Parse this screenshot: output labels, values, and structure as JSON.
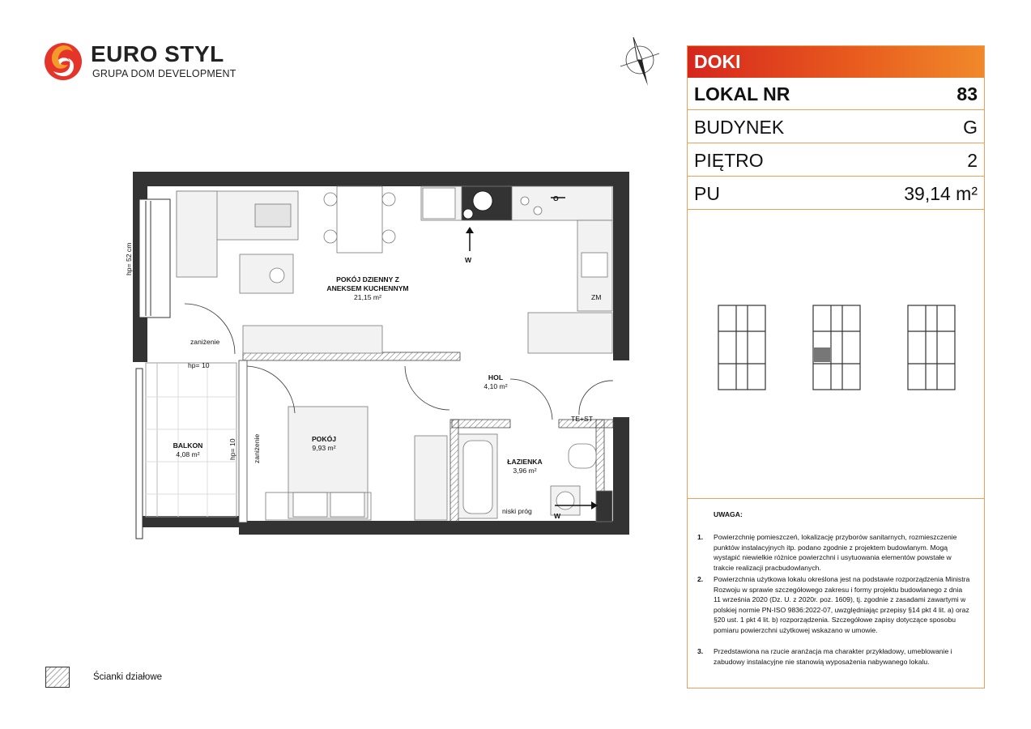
{
  "brand": {
    "name": "EURO STYL",
    "subtitle": "GRUPA DOM DEVELOPMENT",
    "colors": {
      "red": "#d6261e",
      "orange": "#f0892a",
      "border": "#e8a15a"
    }
  },
  "compass": {
    "icon": "north-arrow-icon"
  },
  "card": {
    "estate": "DOKI",
    "rows": [
      {
        "key": "LOKAL NR",
        "value": "83"
      },
      {
        "key": "BUDYNEK",
        "value": "G"
      },
      {
        "key": "PIĘTRO",
        "value": "2"
      },
      {
        "key": "PU",
        "value": "39,14 m²"
      }
    ]
  },
  "notes": {
    "title": "UWAGA:",
    "items": [
      {
        "num": "1.",
        "text": "Powierzchnię pomieszczeń, lokalizację przyborów sanitarnych, rozmieszczenie punktów instalacyjnych itp. podano zgodnie z projektem budowlanym. Mogą wystąpić niewielkie różnice powierzchni i usytuowania elementów powstałe w trakcie realizacji pracbudowlanych."
      },
      {
        "num": "2.",
        "text": "Powierzchnia użytkowa lokalu określona jest na podstawie rozporządzenia Ministra Rozwoju w sprawie szczegółowego zakresu i formy projektu budowlanego z dnia 11 września 2020 (Dz. U. z 2020r. poz. 1609), tj. zgodnie z zasadami zawartymi w polskiej normie PN-ISO 9836:2022-07, uwzględniając przepisy §14 pkt 4 lit. a) oraz §20 ust. 1 pkt 4 lit. b) rozporządzenia. Szczegółowe zapisy dotyczące sposobu pomiaru powierzchni użytkowej wskazano w umowie."
      },
      {
        "num": "3.",
        "text": "Przedstawiona na rzucie aranżacja ma charakter przykładowy, umeblowanie i zabudowy instalacyjne nie stanowią wyposażenia nabywanego lokalu."
      }
    ]
  },
  "legend": {
    "label": "Ścianki działowe"
  },
  "plan": {
    "living_name_1": "POKÓJ DZIENNY Z",
    "living_name_2": "ANEKSEM KUCHENNYM",
    "living_area": "21,15 m²",
    "hall_name": "HOL",
    "hall_area": "4,10 m²",
    "room_name": "POKÓJ",
    "room_area": "9,93 m²",
    "bath_name": "ŁAZIENKA",
    "bath_area": "3,96 m²",
    "balcony_name": "BALKON",
    "balcony_area": "4,08 m²",
    "hp52": "hp= 52 cm",
    "hp10a": "hp= 10",
    "hp10b": "hp= 10",
    "lowering1": "zaniżenie",
    "lowering2": "zaniżenie",
    "te_st": "TE+ST",
    "low_threshold": "niski próg",
    "zm": "ZM",
    "w1": "W",
    "w2": "W",
    "o1": "O"
  }
}
